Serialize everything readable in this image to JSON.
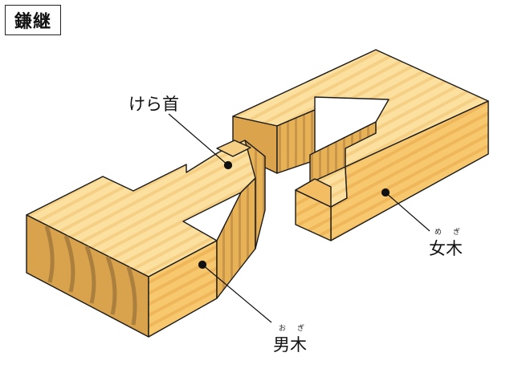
{
  "title": "鎌継",
  "labels": {
    "neck": "けら首",
    "female_wood": "女木",
    "female_wood_ruby": [
      "め",
      "ぎ"
    ],
    "male_wood": "男木",
    "male_wood_ruby": [
      "お",
      "ぎ"
    ]
  },
  "colors": {
    "wood_top": "#fbe0a0",
    "wood_front": "#f7c56a",
    "wood_side": "#e9b257",
    "wood_inner": "#dba34b",
    "grain": "#b98a43",
    "end_grain": "#9c7438",
    "outline": "#1a1a1a"
  }
}
